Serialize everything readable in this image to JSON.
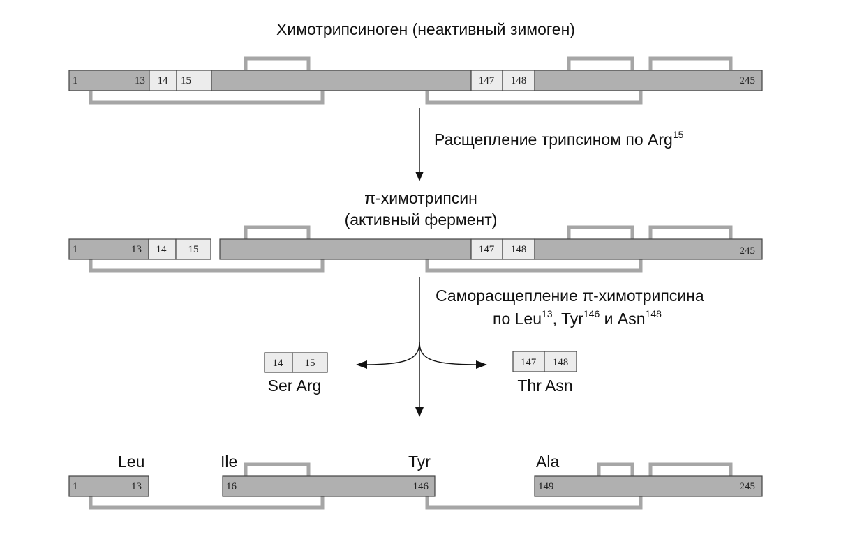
{
  "titles": {
    "zymogen": "Химотрипсиноген (неактивный зимоген)",
    "pi_line1": "π-химотрипсин",
    "pi_line2": "(активный фермент)"
  },
  "steps": {
    "trypsin": "Расщепление трипсином по Arg",
    "trypsin_sup": "15",
    "auto_line1": "Саморасщепление π-химотрипсина",
    "auto_line2_a": "по Leu",
    "auto_line2_a_sup": "13",
    "auto_line2_b": ", Tyr",
    "auto_line2_b_sup": "146",
    "auto_line2_c": " и Asn",
    "auto_line2_c_sup": "148"
  },
  "residues": {
    "r1": "1",
    "r13": "13",
    "r14": "14",
    "r15": "15",
    "r16": "16",
    "r146": "146",
    "r147": "147",
    "r148": "148",
    "r149": "149",
    "r245": "245"
  },
  "dipeptides": {
    "left_label": "Ser Arg",
    "right_label": "Thr Asn"
  },
  "final_labels": {
    "leu": "Leu",
    "ile": "Ile",
    "tyr": "Tyr",
    "ala": "Ala"
  }
}
